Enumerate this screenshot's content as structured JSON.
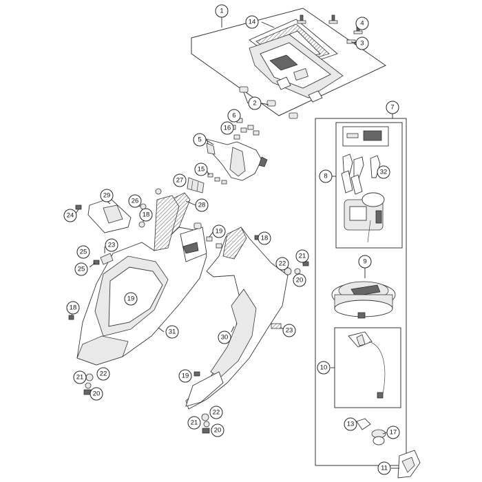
{
  "callouts": [
    "1",
    "2",
    "3",
    "4",
    "5",
    "6",
    "7",
    "8",
    "9",
    "10",
    "11",
    "13",
    "14",
    "15",
    "16",
    "17",
    "18",
    "19",
    "20",
    "21",
    "22",
    "23",
    "24",
    "25",
    "26",
    "27",
    "28",
    "29",
    "30",
    "31",
    "32"
  ],
  "label": {
    "c18b": "18",
    "c18c": "18",
    "c19b": "19",
    "c19c": "19",
    "c20b": "20",
    "c20c": "20",
    "c21b": "21",
    "c21c": "21",
    "c22b": "22",
    "c22c": "22",
    "c23b": "23",
    "c25b": "25"
  }
}
